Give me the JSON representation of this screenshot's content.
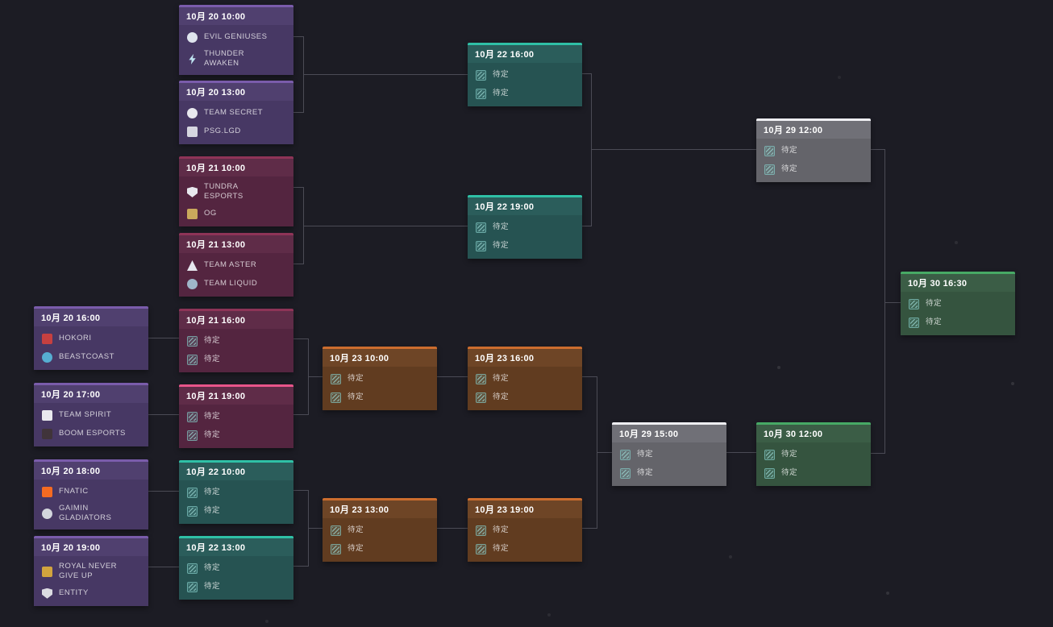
{
  "page": {
    "background_color": "#1c1c24",
    "connector_color": "#4b4b55"
  },
  "themes": {
    "oct20_purple": {
      "accent": "#7a5cab",
      "header": "#50406f",
      "body": "#473864"
    },
    "oct21_maroon": {
      "accent": "#8e3457",
      "header": "#5f2c48",
      "body": "#542540"
    },
    "oct21_maroon_bright_accent": "#e8558a",
    "oct22_teal": {
      "accent": "#2fc0a6",
      "header": "#2b5d5b",
      "body": "#265352"
    },
    "oct23_brown": {
      "accent": "#cc6d2e",
      "header": "#6e4526",
      "body": "#613c20"
    },
    "oct29_gray": {
      "accent": "#eeeef2",
      "header": "#707077",
      "body": "#64646a"
    },
    "oct30_green": {
      "accent": "#47a965",
      "header": "#3b5d46",
      "body": "#35543f"
    }
  },
  "bracket": {
    "tbd_label": "待定",
    "matches": {
      "ub_qf1": {
        "time": "10月 20 10:00",
        "teams": [
          {
            "name": "EVIL GENIUSES",
            "logo_color": "#dfe4ee"
          },
          {
            "name": "THUNDER AWAKEN",
            "logo_color": "#bfe4f2"
          }
        ]
      },
      "ub_qf2": {
        "time": "10月 20 13:00",
        "teams": [
          {
            "name": "TEAM SECRET",
            "logo_color": "#e8e8ee"
          },
          {
            "name": "PSG.LGD",
            "logo_color": "#d6d6e0"
          }
        ]
      },
      "ub_qf3": {
        "time": "10月 21 10:00",
        "teams": [
          {
            "name": "TUNDRA ESPORTS",
            "logo_color": "#e8e8ee"
          },
          {
            "name": "OG",
            "logo_color": "#caa95c"
          }
        ]
      },
      "ub_qf4": {
        "time": "10月 21 13:00",
        "teams": [
          {
            "name": "TEAM ASTER",
            "logo_color": "#e6e6ee"
          },
          {
            "name": "TEAM LIQUID",
            "logo_color": "#9fb6c9"
          }
        ]
      },
      "ub_sf1": {
        "time": "10月 22 16:00",
        "tbd": true
      },
      "ub_sf2": {
        "time": "10月 22 19:00",
        "tbd": true
      },
      "ub_final": {
        "time": "10月 29 12:00",
        "tbd": true
      },
      "grand_final": {
        "time": "10月 30 16:30",
        "tbd": true
      },
      "lb_r1_m1": {
        "time": "10月 20 16:00",
        "teams": [
          {
            "name": "HOKORI",
            "logo_color": "#c64040"
          },
          {
            "name": "BEASTCOAST",
            "logo_color": "#56aed2"
          }
        ]
      },
      "lb_r1_m2": {
        "time": "10月 20 17:00",
        "teams": [
          {
            "name": "TEAM SPIRIT",
            "logo_color": "#e9e9ee"
          },
          {
            "name": "BOOM ESPORTS",
            "logo_color": "#40343a"
          }
        ]
      },
      "lb_r1_m3": {
        "time": "10月 20 18:00",
        "teams": [
          {
            "name": "FNATIC",
            "logo_color": "#f56b21"
          },
          {
            "name": "GAIMIN GLADIATORS",
            "logo_color": "#d3d6dd"
          }
        ]
      },
      "lb_r1_m4": {
        "time": "10月 20 19:00",
        "teams": [
          {
            "name": "ROYAL NEVER GIVE UP",
            "logo_color": "#d2a43e"
          },
          {
            "name": "ENTITY",
            "logo_color": "#dcdce2"
          }
        ]
      },
      "lb_r2_m1": {
        "time": "10月 21 16:00",
        "tbd": true
      },
      "lb_r2_m2": {
        "time": "10月 21 19:00",
        "tbd": true
      },
      "lb_r2_m3": {
        "time": "10月 22 10:00",
        "tbd": true
      },
      "lb_r2_m4": {
        "time": "10月 22 13:00",
        "tbd": true
      },
      "lb_r3_m1": {
        "time": "10月 23 10:00",
        "tbd": true
      },
      "lb_r3_m2": {
        "time": "10月 23 13:00",
        "tbd": true
      },
      "lb_r4_m1": {
        "time": "10月 23 16:00",
        "tbd": true
      },
      "lb_r4_m2": {
        "time": "10月 23 19:00",
        "tbd": true
      },
      "lb_sf": {
        "time": "10月 29 15:00",
        "tbd": true
      },
      "lb_final": {
        "time": "10月 30 12:00",
        "tbd": true
      }
    }
  }
}
